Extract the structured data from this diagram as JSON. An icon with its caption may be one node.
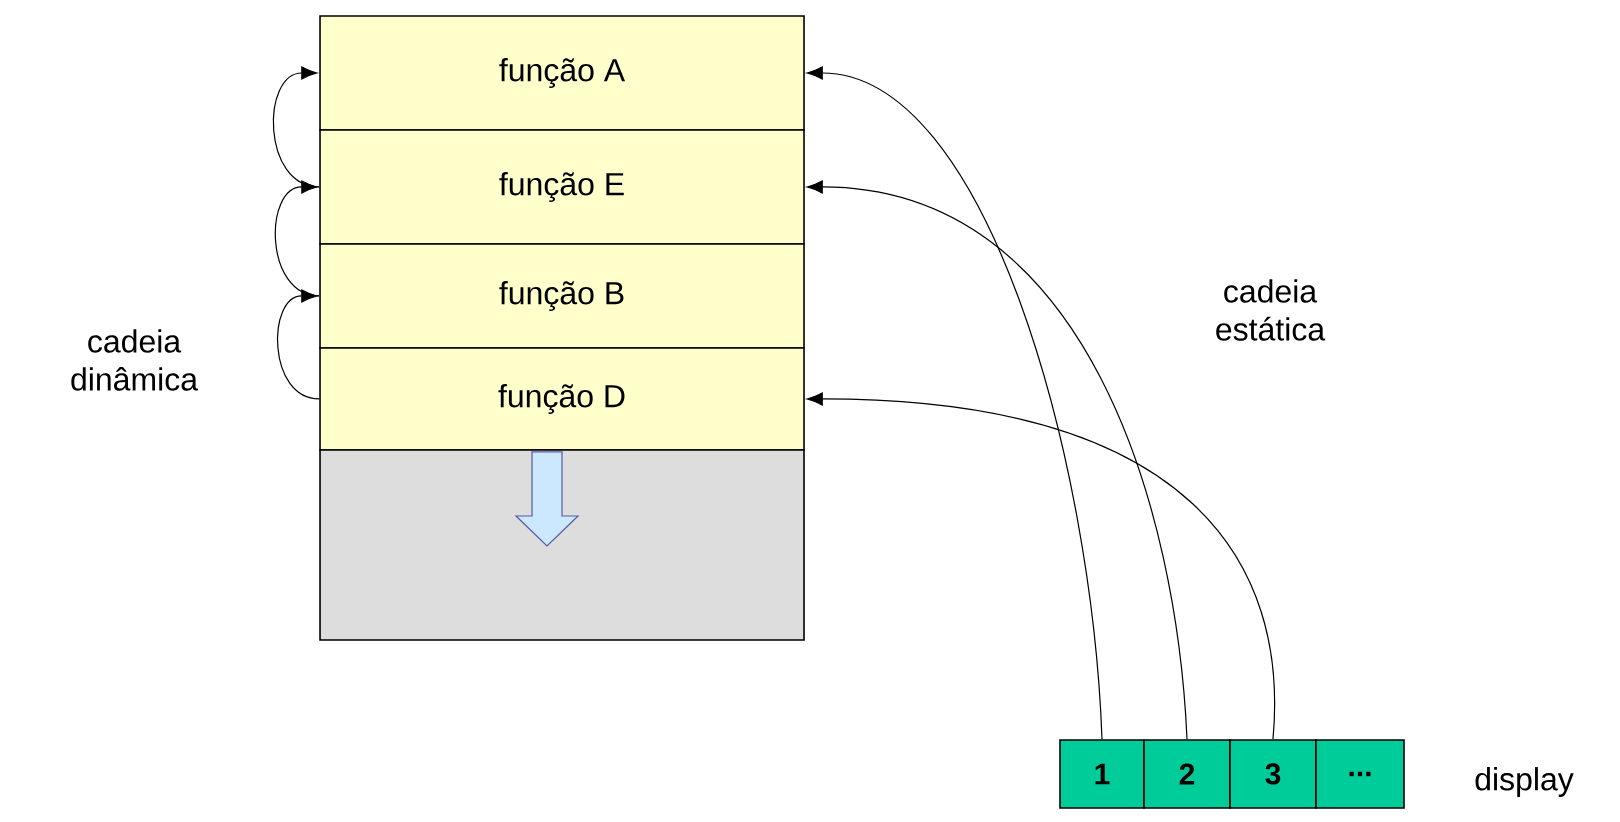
{
  "diagram": {
    "nodes": [
      {
        "text": [
          "função A"
        ]
      },
      {
        "text": [
          "função E"
        ]
      },
      {
        "text": [
          "função B"
        ]
      },
      {
        "text": [
          "função D"
        ]
      },
      {
        "text": [],
        "shape": "box"
      },
      {
        "text": [
          "1"
        ]
      },
      {
        "text": [
          "2"
        ]
      },
      {
        "text": [
          "3"
        ]
      },
      {
        "text": [
          "..."
        ]
      }
    ],
    "edges": [
      {
        "from": 1,
        "to": 0,
        "arrow": "to"
      },
      {
        "from": 2,
        "to": 1,
        "arrow": "to"
      },
      {
        "from": 3,
        "to": 2,
        "arrow": "to"
      },
      {
        "from": 5,
        "to": 0,
        "arrow": "to"
      },
      {
        "from": 6,
        "to": 1,
        "arrow": "to"
      },
      {
        "from": 7,
        "to": 3,
        "arrow": "to"
      }
    ],
    "labels": [
      "cadeia dinâmica",
      "cadeia estática",
      "display"
    ]
  }
}
